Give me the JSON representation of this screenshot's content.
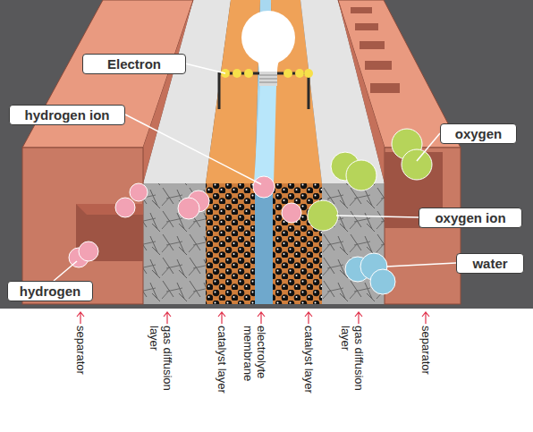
{
  "diagram": {
    "nodes": [
      {
        "text": [
          "Electron"
        ]
      },
      {
        "text": [
          "hydrogen ion"
        ]
      },
      {
        "text": [
          "oxygen"
        ]
      },
      {
        "text": [
          "oxygen ion"
        ]
      },
      {
        "text": [
          "water"
        ]
      },
      {
        "text": [
          "hydrogen"
        ]
      }
    ],
    "labels": [
      "separator",
      "gas diffusion layer",
      "catalyst layer",
      "electrolyte membrane",
      "catalyst layer",
      "gas diffusion layer",
      "separator"
    ]
  }
}
